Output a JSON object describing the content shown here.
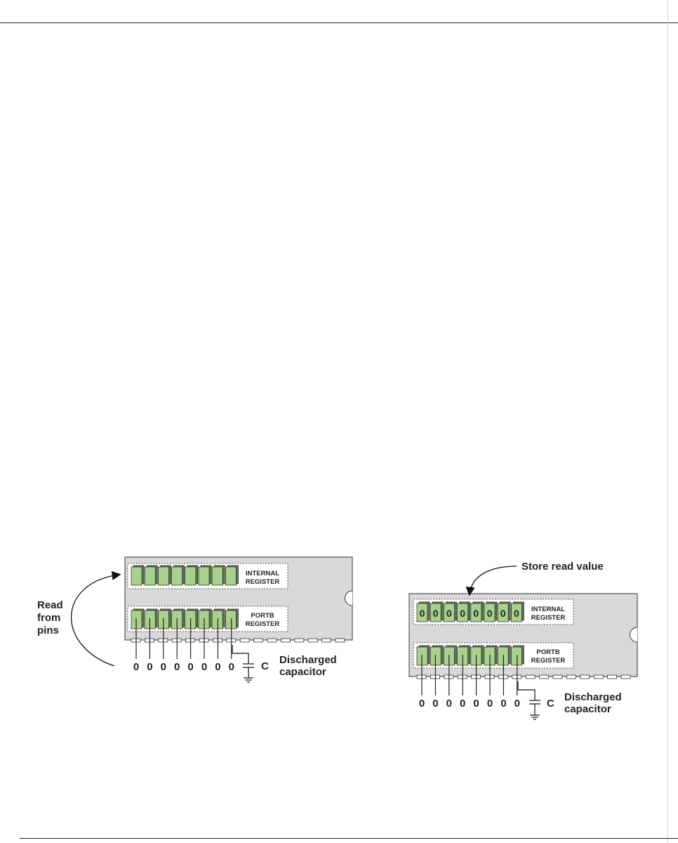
{
  "diagram_left": {
    "internal_register_line1": "INTERNAL",
    "internal_register_line2": "REGISTER",
    "portb_register_line1": "PORTB",
    "portb_register_line2": "REGISTER",
    "read_line1": "Read",
    "read_line2": "from",
    "read_line3": "pins",
    "pin_values": [
      "0",
      "0",
      "0",
      "0",
      "0",
      "0",
      "0",
      "0"
    ],
    "capacitor_label": "C",
    "caption_line1": "Discharged",
    "caption_line2": "capacitor"
  },
  "diagram_right": {
    "store_label": "Store read value",
    "internal_register_line1": "INTERNAL",
    "internal_register_line2": "REGISTER",
    "internal_bits": [
      "0",
      "0",
      "0",
      "0",
      "0",
      "0",
      "0",
      "0"
    ],
    "portb_register_line1": "PORTB",
    "portb_register_line2": "REGISTER",
    "pin_values": [
      "0",
      "0",
      "0",
      "0",
      "0",
      "0",
      "0",
      "0"
    ],
    "capacitor_label": "C",
    "caption_line1": "Discharged",
    "caption_line2": "capacitor"
  },
  "colors": {
    "chip_body": "#d9d9d9",
    "cell_green": "#a9d18e",
    "cell_shadow": "#5a7d4a",
    "stroke": "#333333"
  }
}
